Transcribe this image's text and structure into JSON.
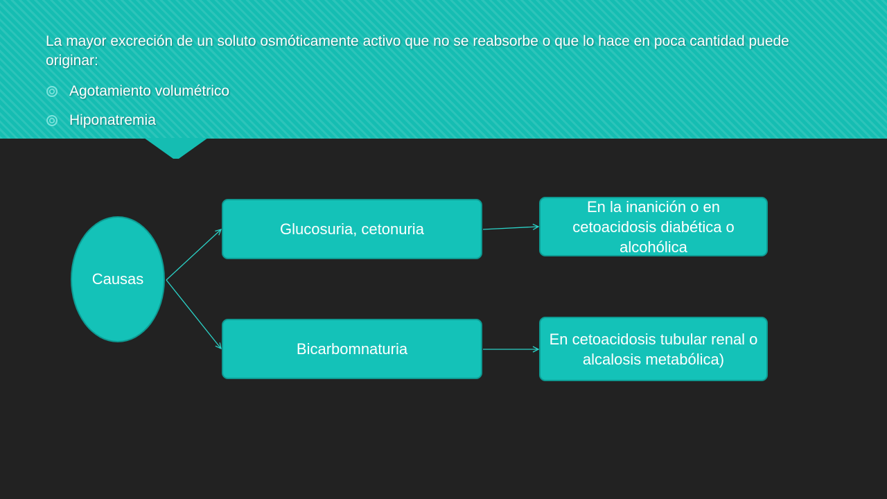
{
  "header": {
    "intro_text": "La mayor excreción de un soluto osmóticamente activo que no se reabsorbe o que lo hace en poca cantidad  puede originar:",
    "bullets": [
      {
        "icon": "ring-bullet-icon",
        "text": "Agotamiento volumétrico"
      },
      {
        "icon": "ring-bullet-icon",
        "text": "Hiponatremia"
      }
    ]
  },
  "diagram": {
    "root": {
      "label": "Causas"
    },
    "causes": [
      {
        "label": "Glucosuria, cetonuria"
      },
      {
        "label": "Bicarbomnaturia"
      }
    ],
    "contexts": [
      {
        "label": "En la inanición o en cetoacidosis diabética o alcohólica"
      },
      {
        "label": "En cetoacidosis tubular renal o alcalosis metabólica)"
      }
    ]
  },
  "colors": {
    "background": "#222222",
    "accent": "#15bdb2",
    "shape_fill": "#14c2b8",
    "shape_border": "#0e9a92",
    "text": "#ffffff"
  }
}
